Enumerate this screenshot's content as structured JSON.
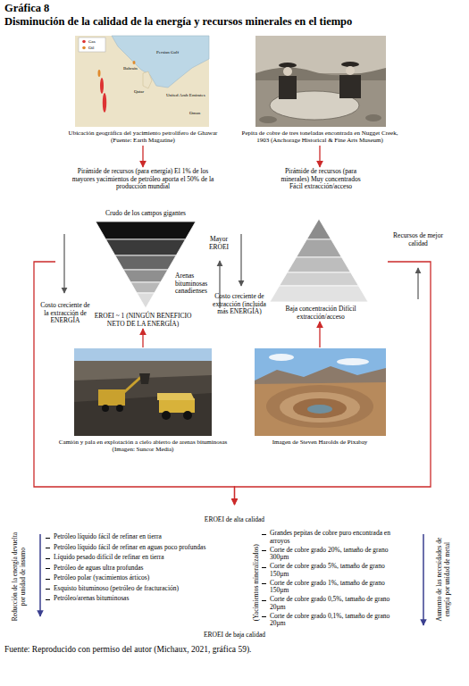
{
  "diagram": {
    "title": "Disminución de la calidad de la energía y recursos minerales en el tiempo",
    "caption": "Fuente: Reproducido con permiso del autor (Michaux, 2021, gráfica 59).",
    "nodes": [
      {
        "text": [
          "Ubicación geográfica del yacimiento petrolífero de Ghawar (Fuente: Earth Magazine)"
        ]
      },
      {
        "text": [
          "Pepita de cobre de tres toneladas encontrada en Nugget Creek, 1903 (Anchorage Historical & Fine Arts Museum)"
        ]
      },
      {
        "text": [
          "Pirámide de recursos (para energía) El 1% de los mayores yacimientos de petróleo aporta el 50% de la producción mundial",
          "EROEI ~ 1 (NINGÚN BENEFICIO NETO DE LA ENERGÍA)"
        ]
      },
      {
        "text": [
          "Pirámide de recursos (para minerales) Muy concentrados Fácil extracción/acceso",
          "Baja concentración Difícil extracción/acceso"
        ]
      },
      {
        "text": [
          "Camión y pala en explotación a cielo abierto de arenas bituminosas (Imagen: Suncor Media)"
        ]
      },
      {
        "text": [
          "Imagen de Steven Harolds de Pixabay"
        ]
      },
      {
        "text": [
          "EROEI de alta calidad",
          "Petróleo líquido fácil de refinar en tierra",
          "Petróleo líquido fácil de refinar en aguas poco profundas",
          "Líquido pesado difícil de refinar en tierra",
          "Petróleo de aguas ultra profundas",
          "Petróleo polar (yacimientos árticos)",
          "Esquisto bituminoso (petróleo de fracturación)",
          "Petróleo/arenas bituminosas",
          "Grandes pepitas de cobre puro encontrada en arroyos",
          "Corte de cobre grado 20%, tamaño de grano 300µm",
          "Corte de cobre grado 5%, tamaño de grano 150µm",
          "Corte de cobre grado 1%, tamaño de grano 150µm",
          "Corte de cobre grado 0,5%, tamaño de grano 20µm",
          "Corte de cobre grado 0,1%, tamaño de grano 20µm",
          "EROEI de baja calidad"
        ]
      }
    ],
    "edges": [
      {
        "from": 0,
        "to": 2,
        "arrow": "to"
      },
      {
        "from": 1,
        "to": 3,
        "arrow": "to"
      },
      {
        "from": 4,
        "to": 2,
        "arrow": "to"
      },
      {
        "from": 5,
        "to": 3,
        "arrow": "to"
      },
      {
        "from": 2,
        "to": 6,
        "arrow": "to"
      },
      {
        "from": 3,
        "to": 6,
        "arrow": "to"
      }
    ],
    "labels": [
      "Gráfica 8",
      "Crudo de los campos gigantes",
      "Mayor EROEI",
      "Arenas bituminosas canadienses",
      "Costo creciente de la extracción de ENERGÍA",
      "Recursos de mejor calidad",
      "Costo creciente de extracción (incluida más ENERGÍA)",
      "Reducción de la energía devuelta por unidad de insumo",
      "(Yacimientos mineralizados)",
      "Aumento de las necesidades de energía por unidad de metal",
      "Gas",
      "Oil",
      "Bahrain",
      "Qatar",
      "Persian Gulf",
      "United Arab Emirates",
      "Oman"
    ]
  }
}
